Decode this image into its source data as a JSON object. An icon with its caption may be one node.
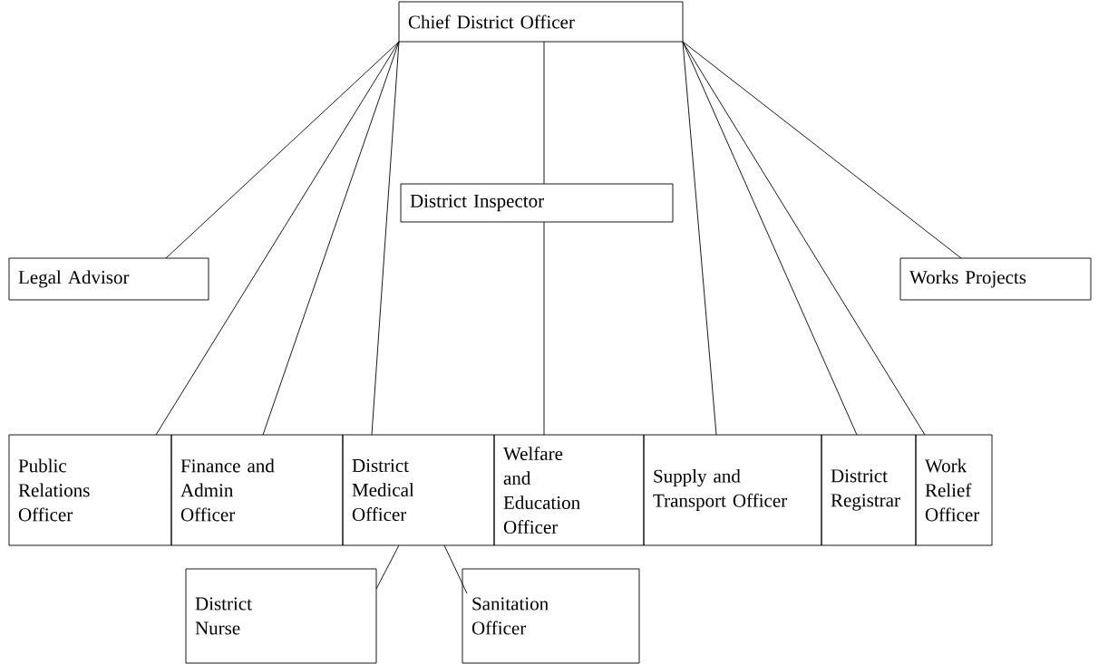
{
  "diagram": {
    "nodes": [
      {
        "text": [
          "Chief District Officer"
        ]
      },
      {
        "text": [
          "District Inspector"
        ]
      },
      {
        "text": [
          "Legal Advisor"
        ]
      },
      {
        "text": [
          "Works Projects"
        ]
      },
      {
        "text": [
          "Public Relations Officer"
        ]
      },
      {
        "text": [
          "Finance and Admin Officer"
        ]
      },
      {
        "text": [
          "District Medical Officer"
        ]
      },
      {
        "text": [
          "Welfare and Education Officer"
        ]
      },
      {
        "text": [
          "Supply and Transport Officer"
        ]
      },
      {
        "text": [
          "District Registrar"
        ]
      },
      {
        "text": [
          "Work Relief Officer"
        ]
      },
      {
        "text": [
          "District Nurse"
        ]
      },
      {
        "text": [
          "Sanitation Officer"
        ]
      }
    ],
    "edges": [
      {
        "from": 0,
        "to": 1,
        "arrow": "none"
      },
      {
        "from": 1,
        "to": 7,
        "arrow": "none"
      },
      {
        "from": 0,
        "to": 2,
        "arrow": "none"
      },
      {
        "from": 0,
        "to": 4,
        "arrow": "none"
      },
      {
        "from": 0,
        "to": 5,
        "arrow": "none"
      },
      {
        "from": 0,
        "to": 6,
        "arrow": "none"
      },
      {
        "from": 0,
        "to": 8,
        "arrow": "none"
      },
      {
        "from": 0,
        "to": 9,
        "arrow": "none"
      },
      {
        "from": 0,
        "to": 10,
        "arrow": "none"
      },
      {
        "from": 0,
        "to": 3,
        "arrow": "none"
      },
      {
        "from": 6,
        "to": 11,
        "arrow": "none"
      },
      {
        "from": 6,
        "to": 12,
        "arrow": "none"
      }
    ]
  }
}
